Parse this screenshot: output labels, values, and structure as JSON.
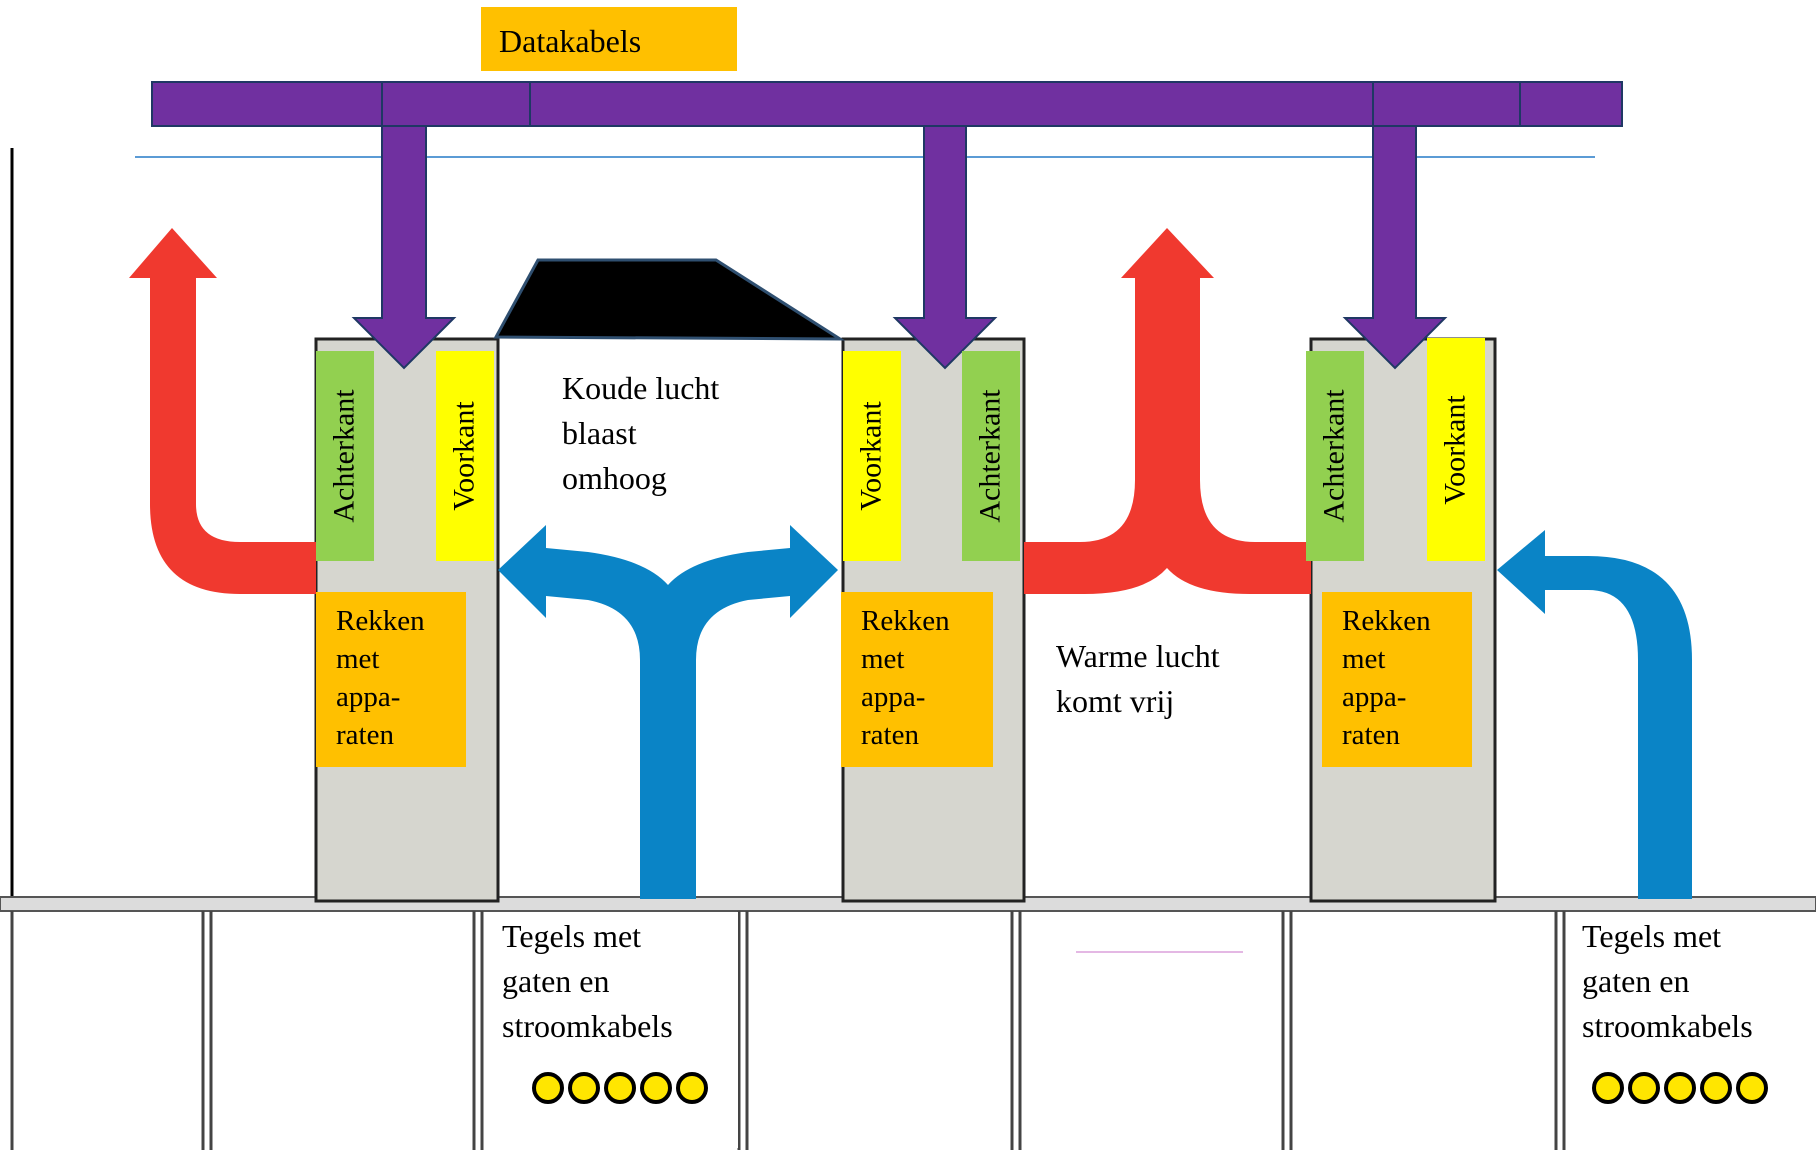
{
  "labels": {
    "datakabels": "Datakabels",
    "koude_lucht": "Koude lucht\nblaast\nomhoog",
    "warme_lucht": "Warme lucht\nkomt vrij",
    "tegels_left": "Tegels met\ngaten en\nstroomkabels",
    "tegels_right": "Tegels met\ngaten en\nstroomkabels"
  },
  "racks": [
    {
      "left_side": "Achterkant",
      "right_side": "Voorkant",
      "label": "Rekken\nmet\nappa-\nraten"
    },
    {
      "left_side": "Voorkant",
      "right_side": "Achterkant",
      "label": "Rekken\nmet\nappa-\nraten"
    },
    {
      "left_side": "Achterkant",
      "right_side": "Voorkant",
      "label": "Rekken\nmet\nappa-\nraten"
    }
  ],
  "colors": {
    "data_cable": "#7030A0",
    "hot_air": "#F0392F",
    "cold_air": "#0A84C6",
    "rack": "#D6D6CF",
    "back_side": "#92D050",
    "front_side": "#FFFF00",
    "rack_label": "#FFC000",
    "datakabels_label": "#FFC000",
    "cover": "#000000"
  },
  "icons": {
    "hot_air": "red-arrow-icon",
    "cold_air": "blue-arrow-icon",
    "data_cable": "purple-arrow-icon",
    "power_cable": "yellow-circle-icon"
  }
}
